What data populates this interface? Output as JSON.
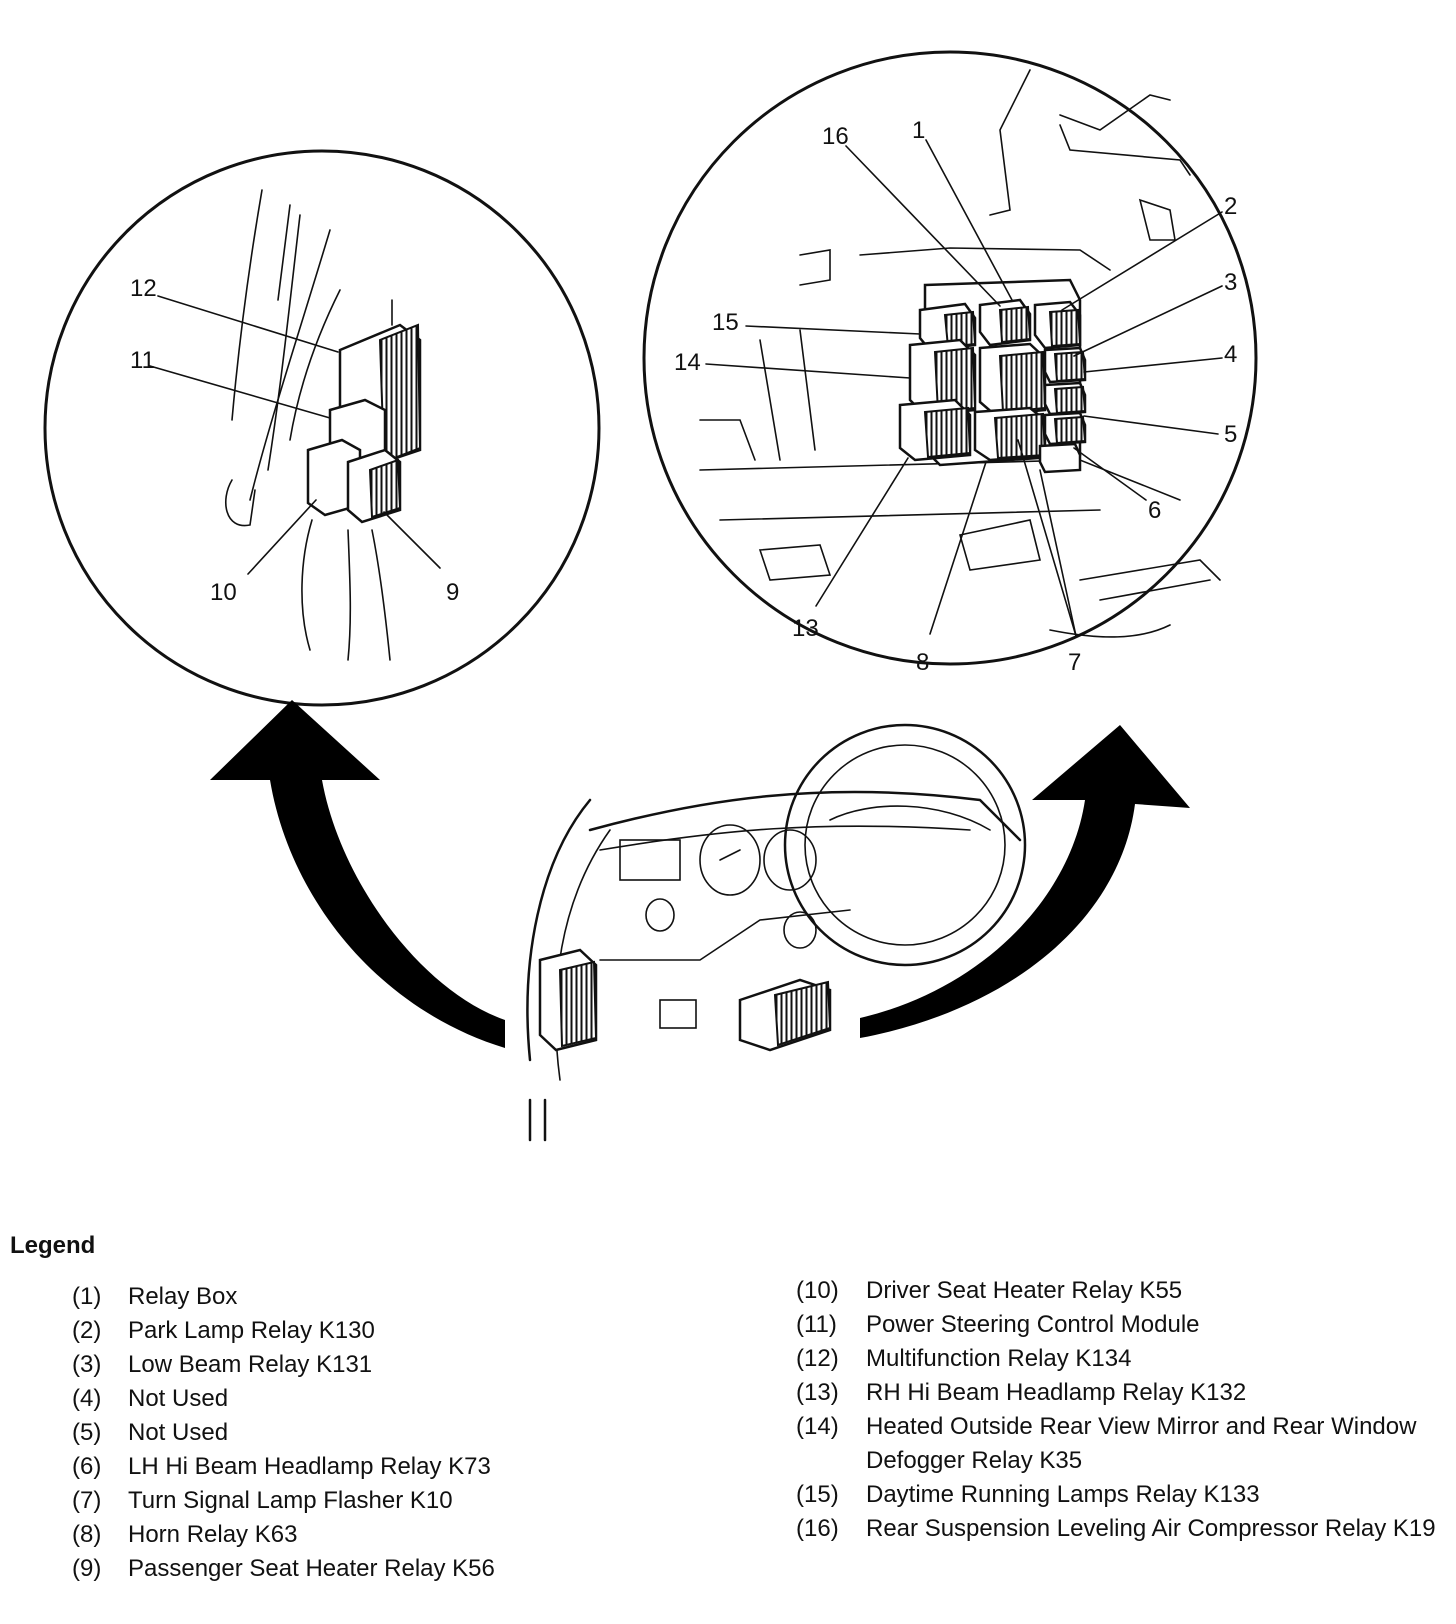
{
  "legend": {
    "title": "Legend",
    "items": [
      {
        "num": "(1)",
        "label": "Relay Box"
      },
      {
        "num": "(2)",
        "label": "Park Lamp Relay K130"
      },
      {
        "num": "(3)",
        "label": "Low Beam Relay K131"
      },
      {
        "num": "(4)",
        "label": "Not Used"
      },
      {
        "num": "(5)",
        "label": "Not Used"
      },
      {
        "num": "(6)",
        "label": "LH Hi Beam Headlamp Relay K73"
      },
      {
        "num": "(7)",
        "label": "Turn Signal Lamp Flasher K10"
      },
      {
        "num": "(8)",
        "label": "Horn Relay K63"
      },
      {
        "num": "(9)",
        "label": "Passenger Seat Heater Relay K56"
      },
      {
        "num": "(10)",
        "label": "Driver Seat Heater Relay K55"
      },
      {
        "num": "(11)",
        "label": "Power Steering Control Module"
      },
      {
        "num": "(12)",
        "label": "Multifunction Relay K134"
      },
      {
        "num": "(13)",
        "label": "RH Hi Beam Headlamp Relay K132"
      },
      {
        "num": "(14)",
        "label": "Heated Outside Rear View Mirror and Rear Window Defogger Relay K35"
      },
      {
        "num": "(15)",
        "label": "Daytime Running Lamps Relay K133"
      },
      {
        "num": "(16)",
        "label": "Rear Suspension Leveling Air Compressor Relay K19"
      }
    ]
  },
  "callouts": {
    "left": [
      "12",
      "11",
      "10",
      "9"
    ],
    "right": [
      "16",
      "1",
      "2",
      "3",
      "15",
      "14",
      "4",
      "5",
      "6",
      "13",
      "8",
      "7"
    ]
  }
}
